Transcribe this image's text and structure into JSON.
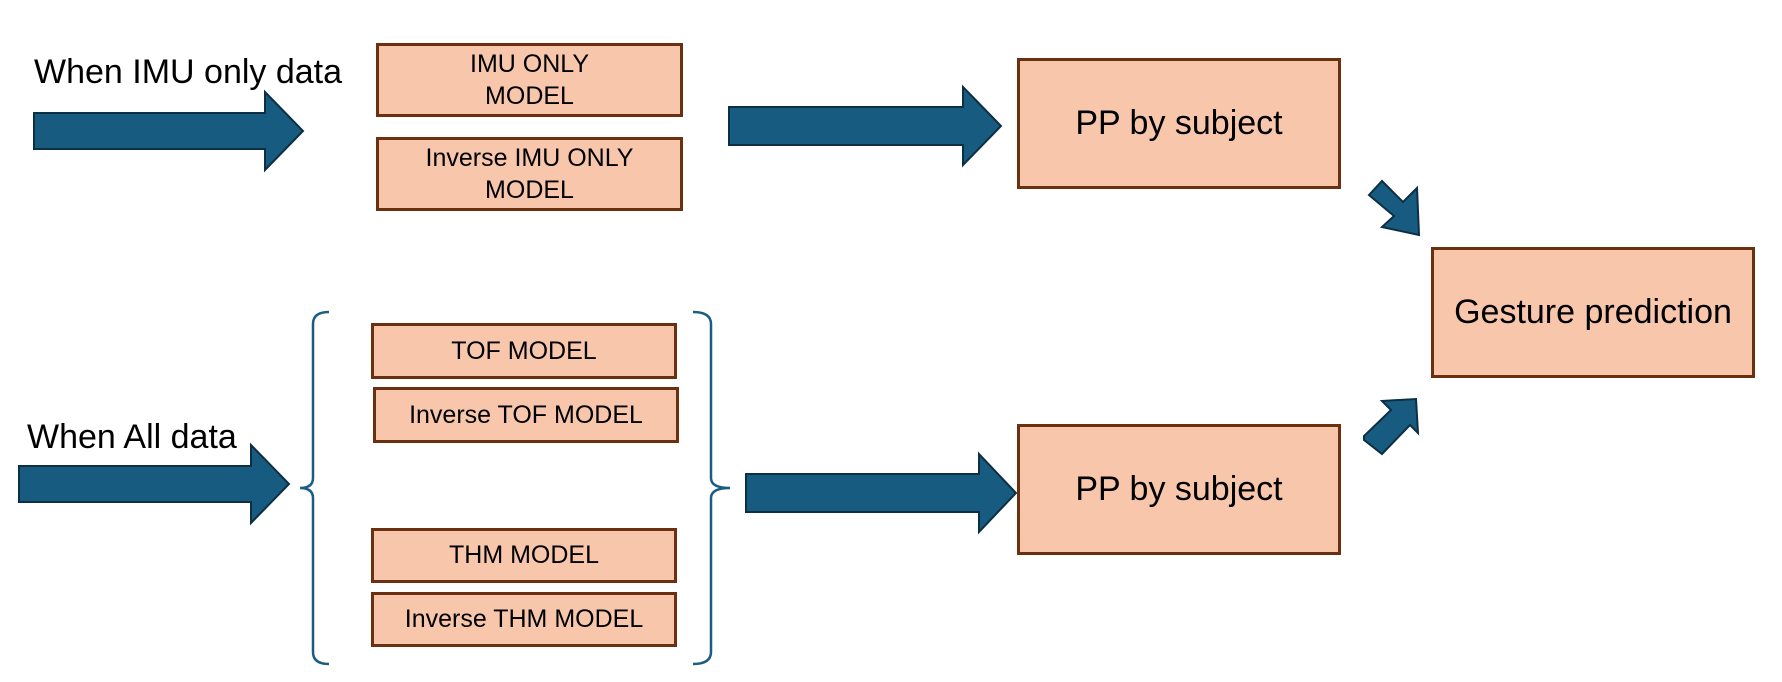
{
  "labels": {
    "imu_only": "When IMU only data",
    "all_data": "When All data"
  },
  "models": {
    "imu_only": {
      "line1": "IMU ONLY",
      "line2": "MODEL"
    },
    "inverse_imu_only": {
      "line1": "Inverse IMU ONLY",
      "line2": "MODEL"
    },
    "tof": "TOF MODEL",
    "inverse_tof": "Inverse TOF MODEL",
    "thm": "THM MODEL",
    "inverse_thm": "Inverse THM MODEL"
  },
  "postprocess": {
    "top": "PP by subject",
    "bottom": "PP by subject"
  },
  "output": "Gesture prediction",
  "colors": {
    "arrow_fill": "#175c80",
    "arrow_stroke": "#0d2f44",
    "box_fill": "#f7c6ab",
    "box_border": "#6a3010",
    "bracket": "#1a5d80"
  }
}
